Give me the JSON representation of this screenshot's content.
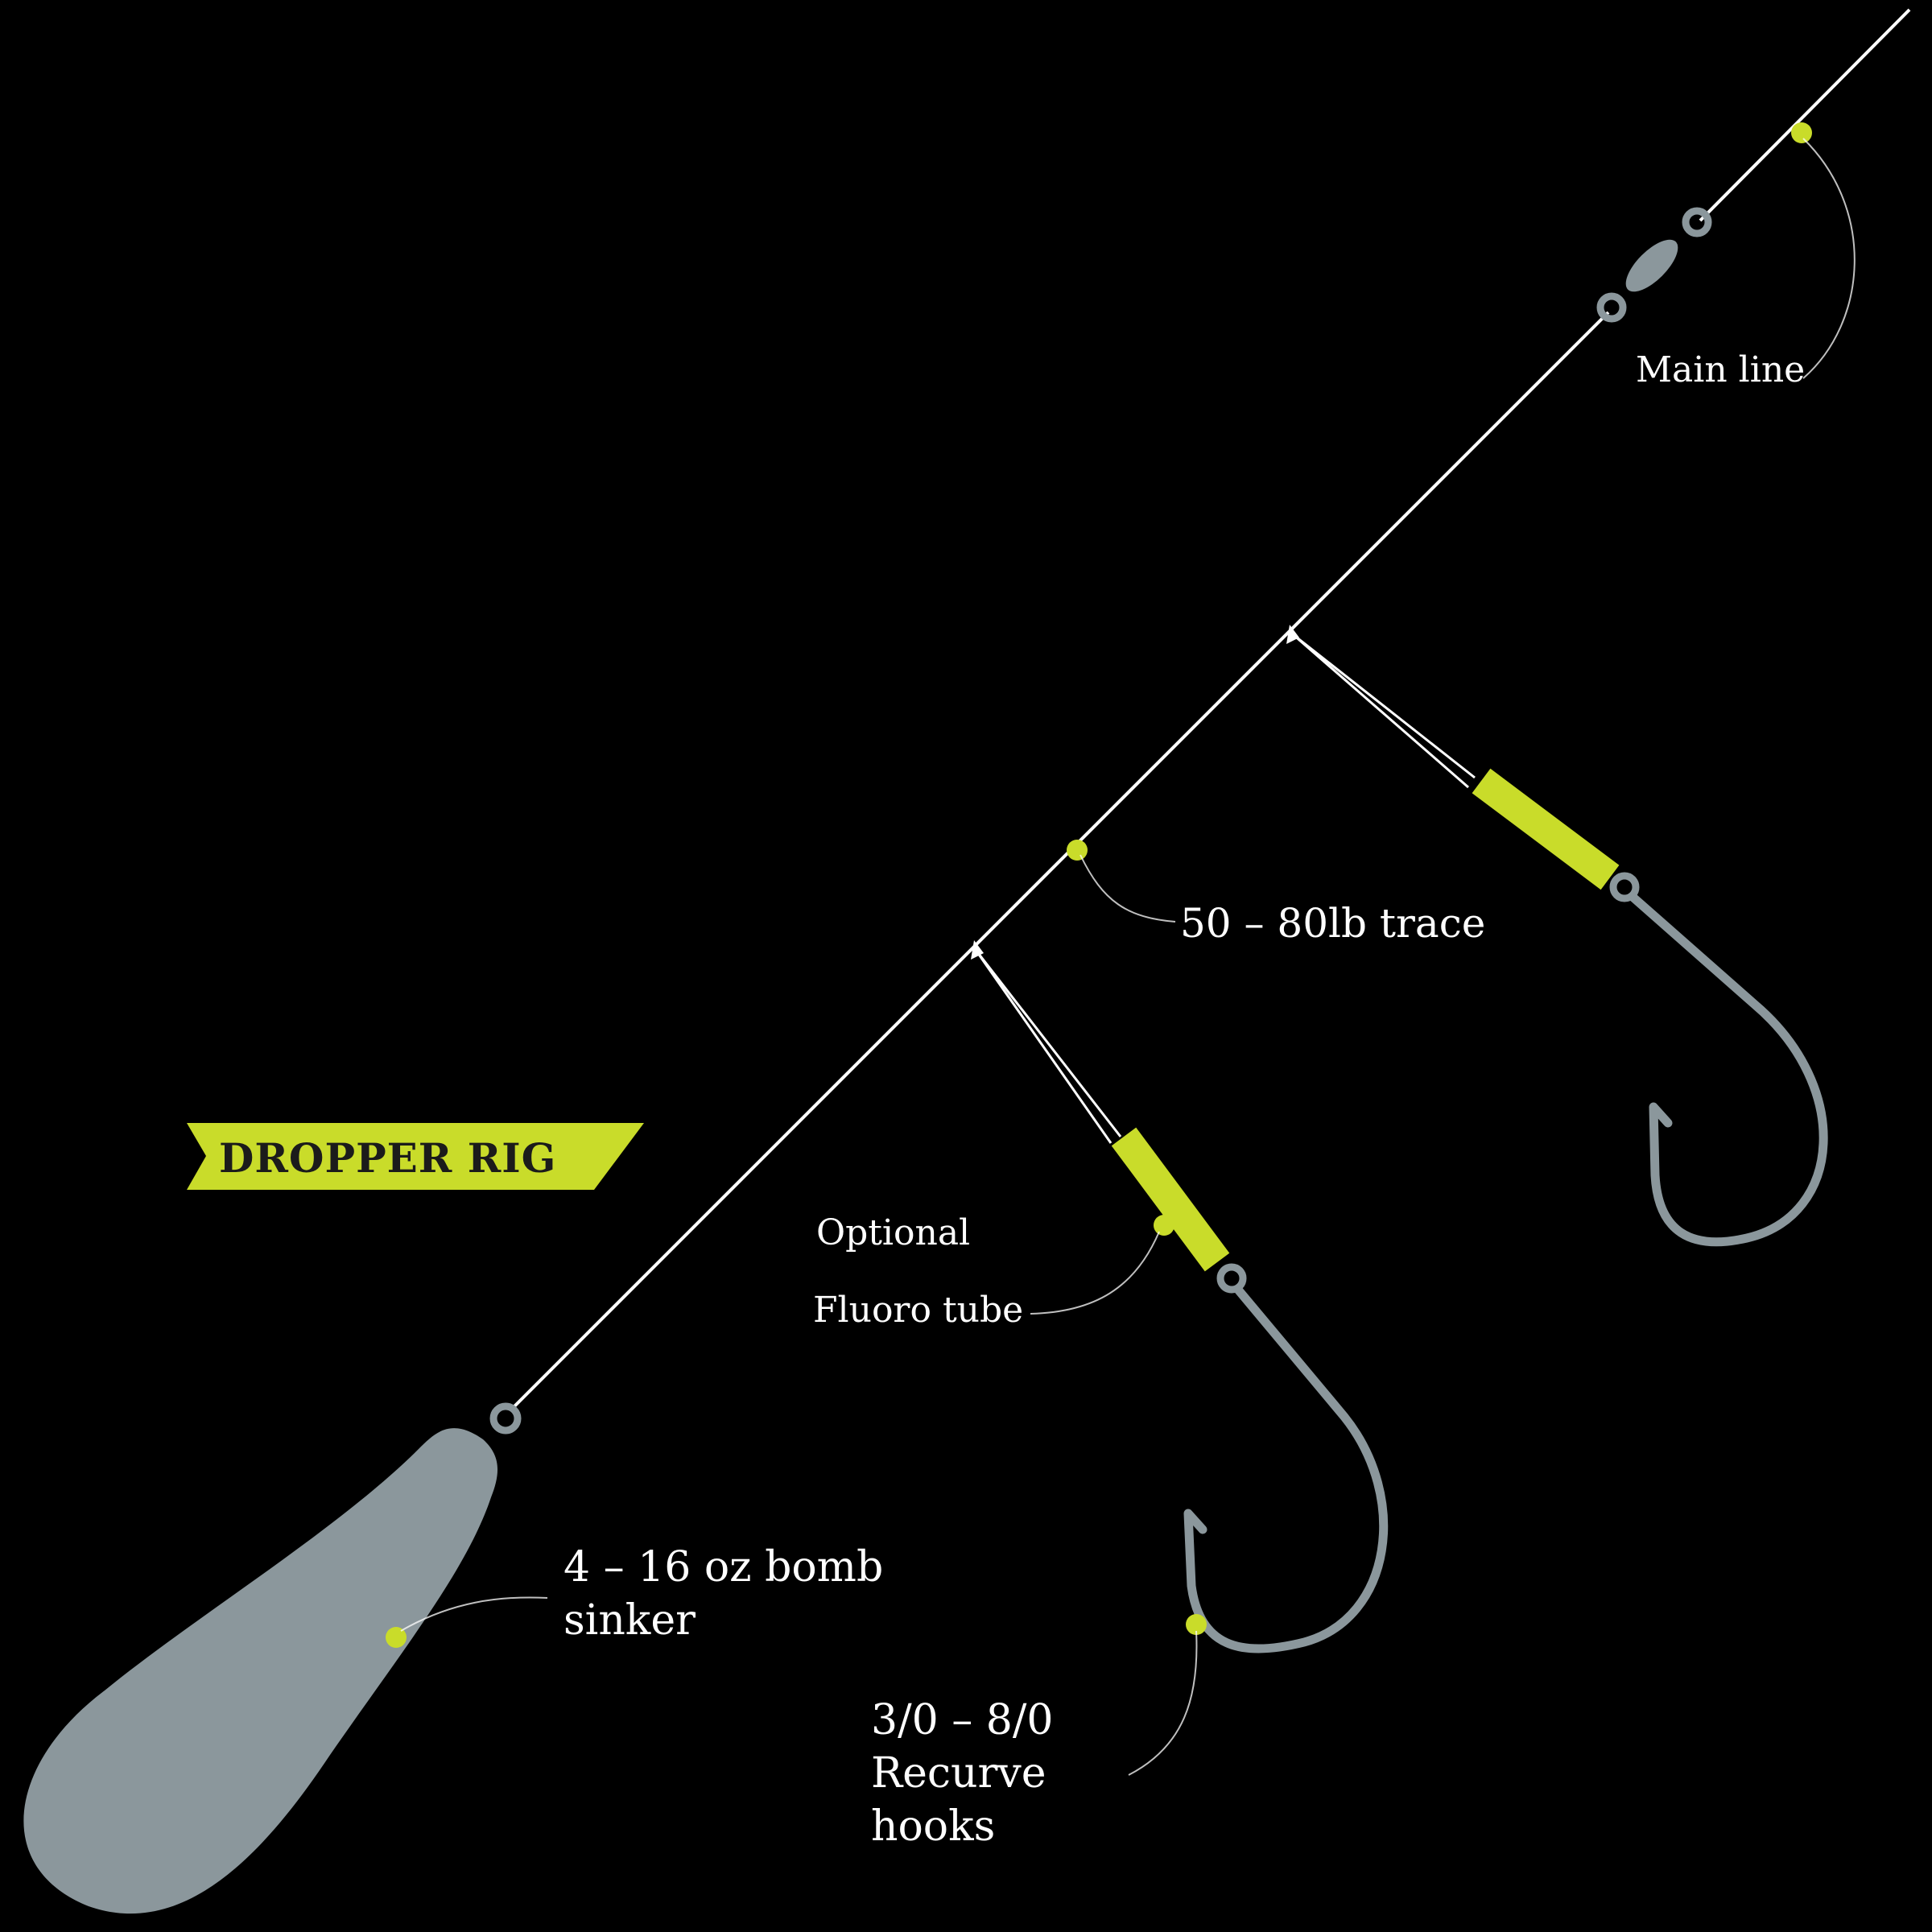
{
  "title": "DROPPER RIG",
  "labels": {
    "main_line": "Main line",
    "trace": "50 – 80lb trace",
    "fluoro_line1": "Optional",
    "fluoro_line2": "Fluoro tube",
    "sinker_line1": "4 – 16 oz bomb",
    "sinker_line2": "sinker",
    "hooks_line1": "3/0 – 8/0",
    "hooks_line2": "Recurve",
    "hooks_line3": "hooks"
  },
  "colors": {
    "background": "#000000",
    "accent": "#c9dc2a",
    "metal": "#8b979c",
    "line": "#ffffff",
    "text": "#ffffff"
  }
}
